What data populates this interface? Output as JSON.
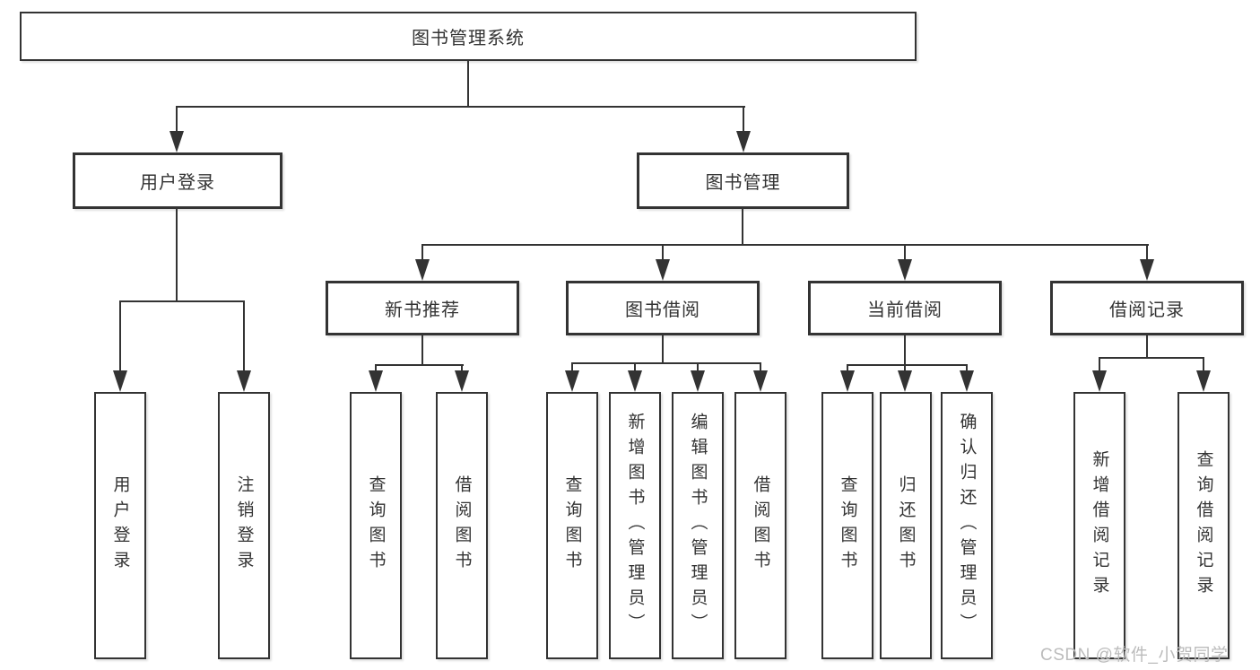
{
  "diagram": {
    "type": "hierarchy-tree",
    "title": "图书管理系统"
  },
  "nodes": {
    "root": {
      "label": "图书管理系统"
    },
    "user_login": {
      "label": "用户登录"
    },
    "book_mgmt": {
      "label": "图书管理"
    },
    "new_book_rec": {
      "label": "新书推荐"
    },
    "book_borrow": {
      "label": "图书借阅"
    },
    "current_borrow": {
      "label": "当前借阅"
    },
    "borrow_records": {
      "label": "借阅记录"
    },
    "leaf_user_login": {
      "label": "用户登录"
    },
    "leaf_logout": {
      "label": "注销登录"
    },
    "leaf_nb_query_book": {
      "label": "查询图书"
    },
    "leaf_nb_borrow_book": {
      "label": "借阅图书"
    },
    "leaf_bb_query_book": {
      "label": "查询图书"
    },
    "leaf_bb_add_book": {
      "label": "新增图书（管理员）"
    },
    "leaf_bb_edit_book": {
      "label": "编辑图书（管理员）"
    },
    "leaf_bb_borrow_book": {
      "label": "借阅图书"
    },
    "leaf_cb_query_book": {
      "label": "查询图书"
    },
    "leaf_cb_return_book": {
      "label": "归还图书"
    },
    "leaf_cb_confirm_return": {
      "label": "确认归还（管理员）"
    },
    "leaf_br_add_record": {
      "label": "新增借阅记录"
    },
    "leaf_br_query_record": {
      "label": "查询借阅记录"
    }
  },
  "watermark": {
    "text": "CSDN @软件_小贺同学",
    "color": "#bcbcbc"
  },
  "colors": {
    "line": "#333333",
    "text": "#333333",
    "background": "#ffffff"
  }
}
